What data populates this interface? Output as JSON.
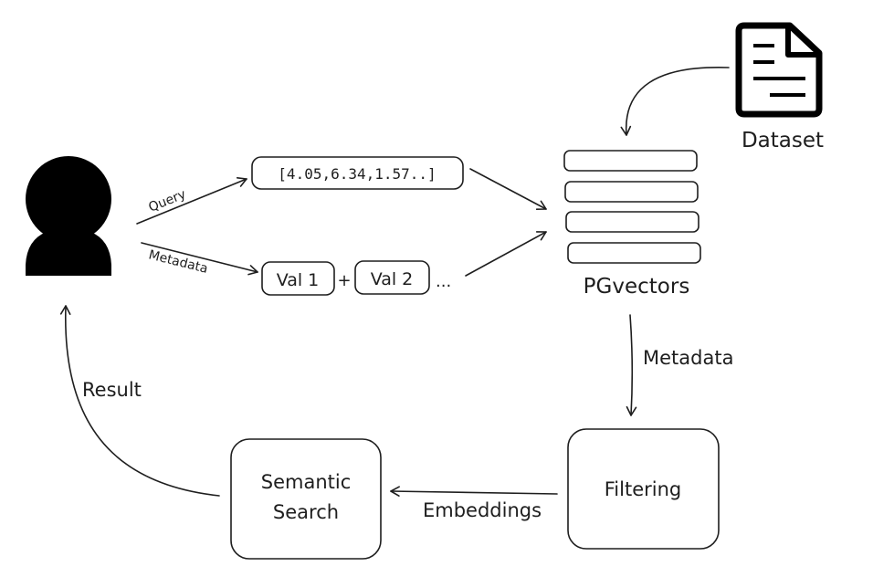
{
  "query_label": "Query",
  "metadata_edge_label": "Metadata",
  "vector_text": "[4.05,6.34,1.57..]",
  "val1": "Val 1",
  "plus": "+",
  "val2": "Val 2",
  "ellipsis": "...",
  "pgvectors_label": "PGvectors",
  "dataset_label": "Dataset",
  "metadata_arrow_label": "Metadata",
  "filtering_label": "Filtering",
  "embeddings_label": "Embeddings",
  "semantic_line1": "Semantic",
  "semantic_line2": "Search",
  "result_label": "Result",
  "colors": {
    "ink": "#1e1e1e",
    "background": "#ffffff"
  }
}
